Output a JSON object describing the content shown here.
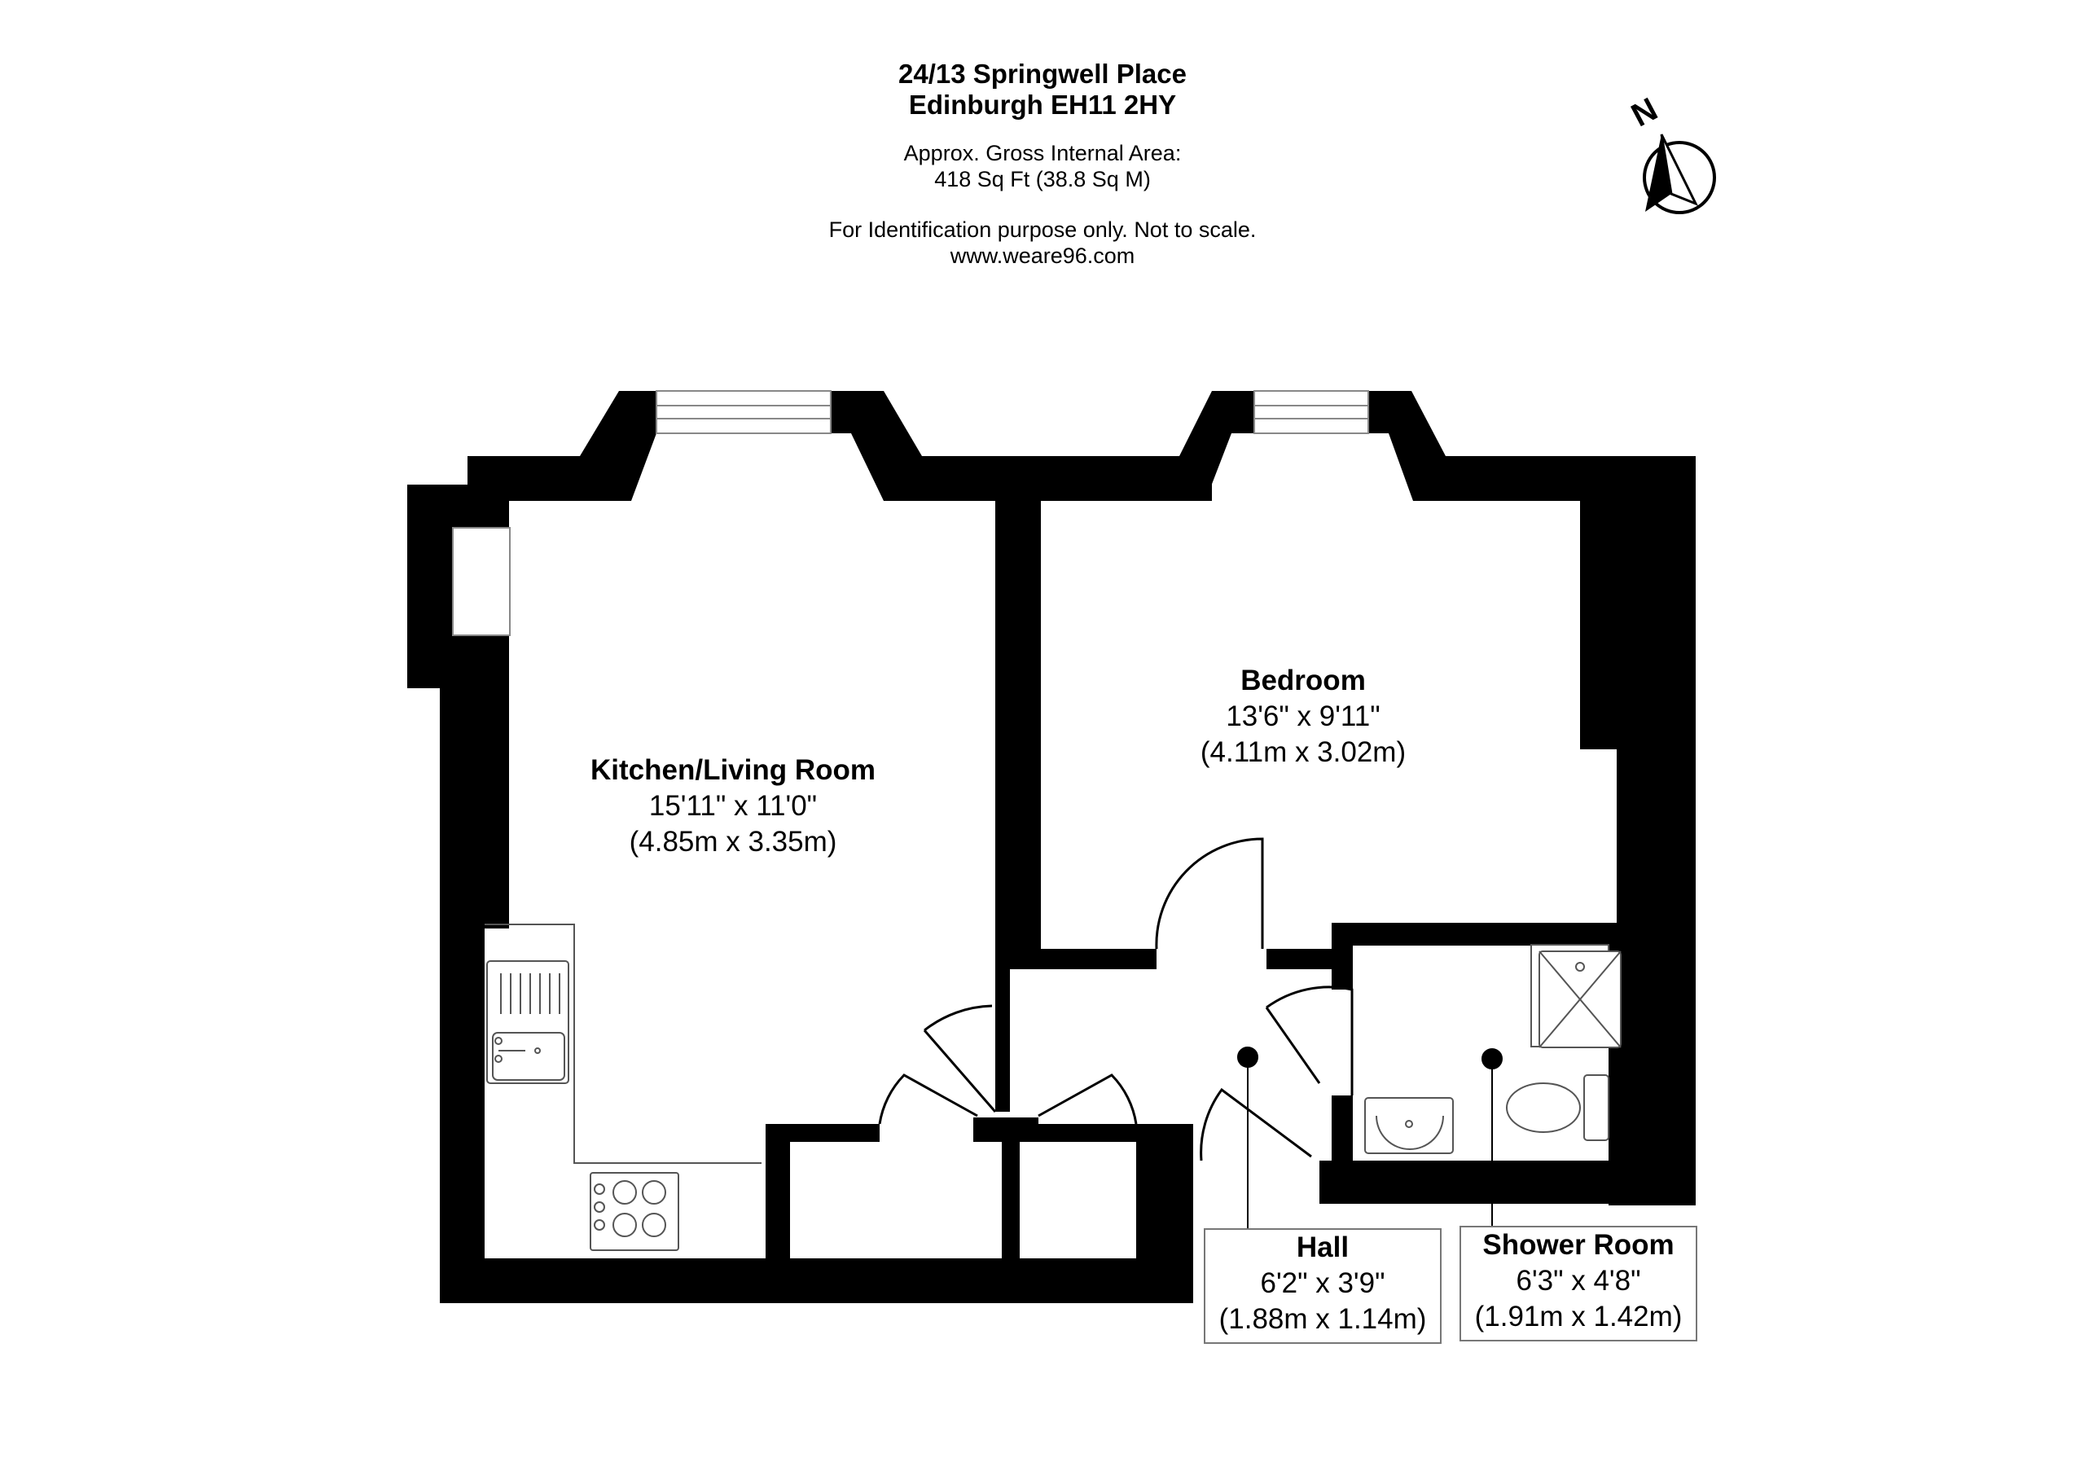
{
  "header": {
    "address_line1": "24/13 Springwell Place",
    "address_line2": "Edinburgh EH11 2HY",
    "area_line1": "Approx. Gross Internal Area:",
    "area_line2": "418 Sq Ft (38.8 Sq M)",
    "note_line1": "For Identification purpose only. Not to scale.",
    "note_line2": "www.weare96.com"
  },
  "compass": {
    "label": "N",
    "icon": "north-arrow-icon"
  },
  "rooms": {
    "kitchen": {
      "name": "Kitchen/Living Room",
      "imperial": "15'11\" x 11'0\"",
      "metric": "(4.85m x 3.35m)"
    },
    "bedroom": {
      "name": "Bedroom",
      "imperial": "13'6\" x 9'11\"",
      "metric": "(4.11m x 3.02m)"
    },
    "hall": {
      "name": "Hall",
      "imperial": "6'2\" x 3'9\"",
      "metric": "(1.88m x 1.14m)"
    },
    "shower": {
      "name": "Shower Room",
      "imperial": "6'3\" x 4'8\"",
      "metric": "(1.91m x 1.42m)"
    }
  },
  "colors": {
    "wall": "#000000",
    "fixture": "#555555",
    "background": "#ffffff"
  },
  "fixture_icons": [
    "sink-icon",
    "hob-icon",
    "shower-tray-icon",
    "washbasin-icon",
    "toilet-icon"
  ]
}
